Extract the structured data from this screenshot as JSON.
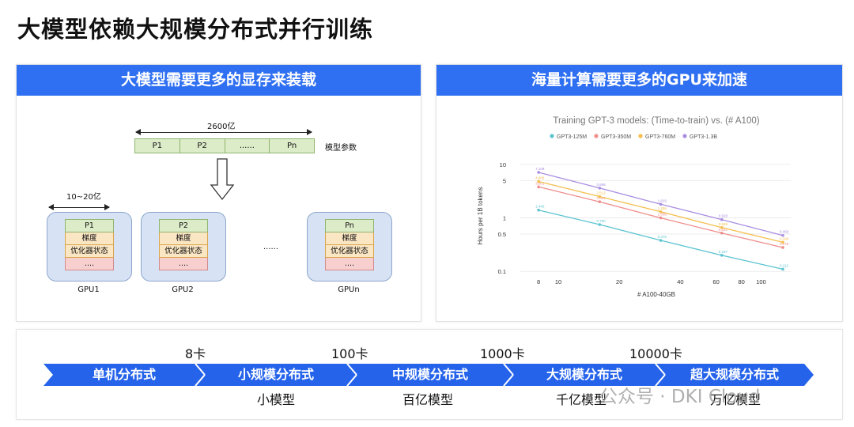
{
  "title": "大模型依赖大规模分布式并行训练",
  "left_panel": {
    "header": "大模型需要更多的显存来装载",
    "total_params": "2600亿",
    "param_cells": [
      "P1",
      "P2",
      "......",
      "Pn"
    ],
    "param_label": "模型参数",
    "per_gpu_range": "10~20亿",
    "gpus": [
      {
        "param": "P1",
        "grad": "梯度",
        "opt": "优化器状态",
        "dots": "....",
        "name": "GPU1"
      },
      {
        "param": "P2",
        "grad": "梯度",
        "opt": "优化器状态",
        "dots": "....",
        "name": "GPU2"
      },
      {
        "param": "Pn",
        "grad": "梯度",
        "opt": "优化器状态",
        "dots": "....",
        "name": "GPUn"
      }
    ],
    "ellipsis": "......"
  },
  "right_panel": {
    "header": "海量计算需要更多的GPU来加速"
  },
  "chart_data": {
    "type": "line",
    "title": "Training GPT-3 models: (Time-to-train) vs. (# A100)",
    "xlabel": "# A100-40GB",
    "ylabel": "Hours per 1B tokens",
    "x_scale": "log",
    "y_scale": "log",
    "xlim": [
      6.5,
      140
    ],
    "ylim": [
      0.085,
      14
    ],
    "x_ticks": [
      8,
      10,
      20,
      40,
      60,
      80,
      100
    ],
    "y_ticks": [
      0.1,
      0.5,
      1,
      5,
      10
    ],
    "y_tick_labels": [
      "0.1",
      "0.5",
      "1",
      "5",
      "10"
    ],
    "legend_position": "top",
    "series": [
      {
        "name": "GPT3-125M",
        "color": "#5cc4d1",
        "x": [
          8,
          16,
          32,
          64,
          128
        ],
        "values": [
          1.4,
          0.75,
          0.38,
          0.2,
          0.11
        ],
        "labels": [
          "1.440",
          "0.750",
          "0.376",
          "0.197",
          "0.112"
        ]
      },
      {
        "name": "GPT3-350M",
        "color": "#ef8c8c",
        "x": [
          8,
          16,
          32,
          64,
          128
        ],
        "values": [
          3.8,
          2.0,
          1.0,
          0.52,
          0.28
        ],
        "labels": [
          "3.801",
          "2.001",
          "1.008",
          "0.521",
          "0.279"
        ]
      },
      {
        "name": "GPT3-760M",
        "color": "#f5be4b",
        "x": [
          8,
          16,
          32,
          64,
          128
        ],
        "values": [
          4.8,
          2.5,
          1.3,
          0.66,
          0.35
        ],
        "labels": [
          "4.806",
          "2.513",
          "1.286",
          "0.658",
          "0.349"
        ]
      },
      {
        "name": "GPT3-1.3B",
        "color": "#a98ee2",
        "x": [
          8,
          16,
          32,
          64,
          128
        ],
        "values": [
          7.1,
          3.6,
          1.8,
          0.93,
          0.47
        ],
        "labels": [
          "7.108",
          "3.598",
          "1.819",
          "0.928",
          "0.469"
        ]
      }
    ]
  },
  "scale_bar": {
    "stages": [
      "单机分布式",
      "小规模分布式",
      "中规模分布式",
      "大规模分布式",
      "超大规模分布式"
    ],
    "counts": [
      "8卡",
      "100卡",
      "1000卡",
      "10000卡"
    ],
    "model_sizes": [
      "小模型",
      "百亿模型",
      "千亿模型",
      "万亿模型"
    ],
    "color": "#2563eb"
  },
  "watermark": "公众号 · DKI Cloud"
}
